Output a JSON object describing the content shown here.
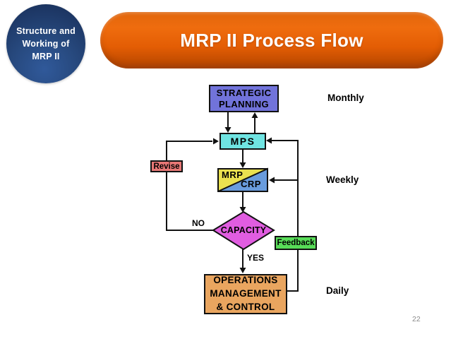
{
  "slide": {
    "badge_text": "Structure and\nWorking of\nMRP II",
    "title": "MRP II Process Flow",
    "page_number": "22"
  },
  "diagram": {
    "nodes": {
      "strategic_planning": {
        "label": "STRATEGIC\nPLANNING",
        "fill": "#7173da"
      },
      "mps": {
        "label": "MPS",
        "fill": "#6fe4e2"
      },
      "revise": {
        "label": "Revise",
        "fill": "#e87876"
      },
      "mrp": {
        "label": "MRP",
        "fill": "#eae14f"
      },
      "crp": {
        "label": "CRP",
        "fill": "#699cdd"
      },
      "capacity": {
        "label": "CAPACITY",
        "fill": "#e05de0"
      },
      "feedback": {
        "label": "Feedback",
        "fill": "#58dc58"
      },
      "operations": {
        "label": "OPERATIONS\nMANAGEMENT\n& CONTROL",
        "fill": "#e9a55f"
      }
    },
    "decision_labels": {
      "no": "NO",
      "yes": "YES"
    },
    "cadence_labels": {
      "monthly": "Monthly",
      "weekly": "Weekly",
      "daily": "Daily"
    }
  },
  "colors": {
    "banner_orange": "#e35d04",
    "badge_navy": "#1d3765",
    "connector_black": "#111111",
    "page_number_gray": "#8a8a8a"
  }
}
